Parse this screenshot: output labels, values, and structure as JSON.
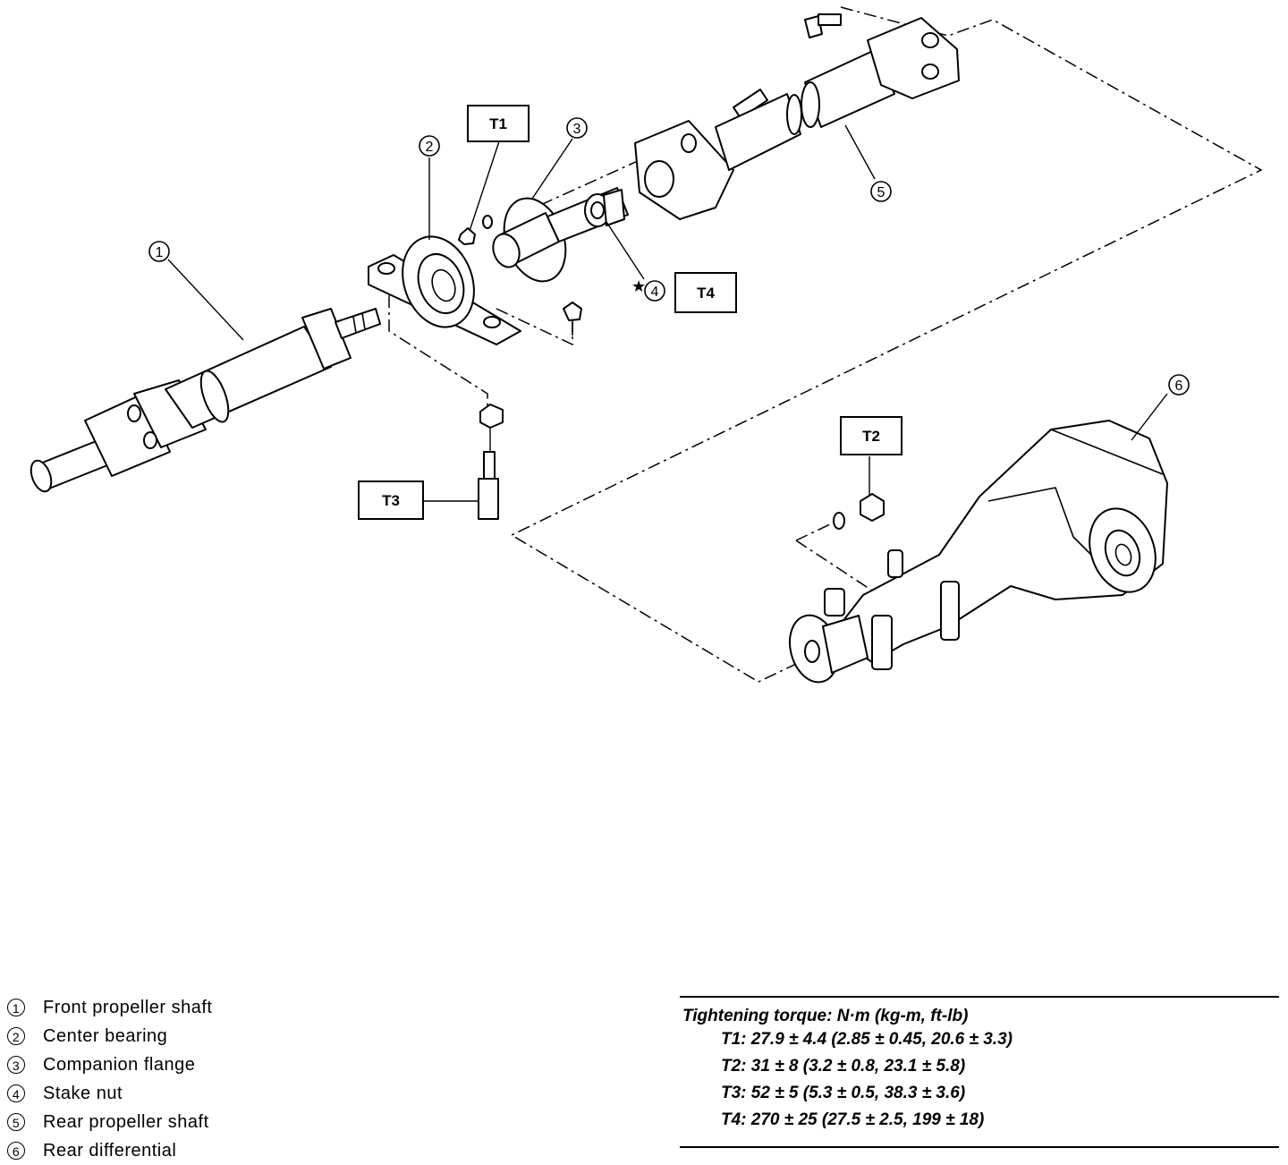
{
  "callouts": [
    {
      "num": "1",
      "label": "Front propeller shaft"
    },
    {
      "num": "2",
      "label": "Center bearing"
    },
    {
      "num": "3",
      "label": "Companion flange"
    },
    {
      "num": "4",
      "label": "Stake nut"
    },
    {
      "num": "5",
      "label": "Rear propeller shaft"
    },
    {
      "num": "6",
      "label": "Rear differential"
    }
  ],
  "star_mark": "★",
  "torque_boxes": [
    "T1",
    "T2",
    "T3",
    "T4"
  ],
  "torque_table": {
    "heading": "Tightening torque: N·m (kg-m, ft-lb)",
    "rows": [
      "T1: 27.9 ± 4.4 (2.85 ± 0.45, 20.6 ± 3.3)",
      "T2: 31 ± 8 (3.2 ± 0.8, 23.1 ± 5.8)",
      "T3: 52 ± 5 (5.3 ± 0.5, 38.3 ± 3.6)",
      "T4: 270 ± 25 (27.5 ± 2.5, 199 ± 18)"
    ]
  }
}
